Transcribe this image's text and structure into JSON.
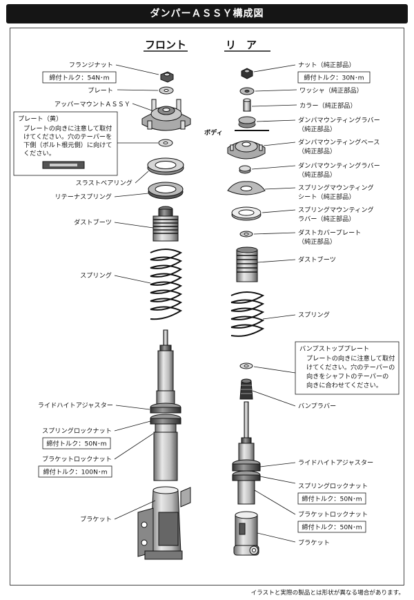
{
  "title": "ダンパーＡＳＳＹ構成図",
  "front": {
    "heading": "フロント",
    "flange_nut": "フランジナット",
    "flange_nut_torque": "締付トルク：54N･m",
    "plate": "プレート",
    "upper_mount": "アッパーマウントＡＳＳＹ",
    "note_title": "プレート（黄）",
    "note_lines": [
      "プレートの向きに注意して取付",
      "けてください。穴のテーパーを",
      "下側（ボルト根元側）に向けて",
      "ください。"
    ],
    "thrust_bearing": "スラストベアリング",
    "retainer_spring": "リテーナスプリング",
    "dust_boots": "ダストブーツ",
    "spring": "スプリング",
    "ride_height_adjuster": "ライドハイトアジャスター",
    "spring_lock_nut": "スプリングロックナット",
    "spring_lock_nut_torque": "締付トルク：50N･m",
    "bracket_lock_nut": "ブラケットロックナット",
    "bracket_lock_nut_torque": "締付トルク：100N･m",
    "bracket": "ブラケット"
  },
  "rear": {
    "heading": "リ　ア",
    "nut": "ナット（純正部品）",
    "nut_torque": "締付トルク：30N･m",
    "washer": "ワッシャ（純正部品）",
    "collar": "カラー（純正部品）",
    "body": "ボディ",
    "mount_rubber1_a": "ダンパマウンティングラバー",
    "mount_rubber1_b": "（純正部品）",
    "mount_base_a": "ダンパマウンティングベース",
    "mount_base_b": "（純正部品）",
    "mount_rubber2_a": "ダンパマウンティングラバー",
    "mount_rubber2_b": "（純正部品）",
    "spring_seat_a": "スプリングマウンティング",
    "spring_seat_b": "シート（純正部品）",
    "spring_rubber_a": "スプリングマウンティング",
    "spring_rubber_b": "ラバー（純正部品）",
    "dust_cover_a": "ダストカバープレート",
    "dust_cover_b": "（純正部品）",
    "dust_boots": "ダストブーツ",
    "spring": "スプリング",
    "bump_note_title": "バンプストッププレート",
    "bump_note_lines": [
      "プレートの向きに注意して取付",
      "けてください。穴のテーパーの",
      "向きをシャフトのテーパーの",
      "向きに合わせてください。"
    ],
    "bump_rubber": "バンプラバー",
    "ride_height_adjuster": "ライドハイトアジャスター",
    "spring_lock_nut": "スプリングロックナット",
    "spring_lock_nut_torque": "締付トルク：50N･m",
    "bracket_lock_nut": "ブラケットロックナット",
    "bracket_lock_nut_torque": "締付トルク：50N･m",
    "bracket": "ブラケット"
  },
  "footnote": "イラストと実際の製品とは形状が異なる場合があります。"
}
